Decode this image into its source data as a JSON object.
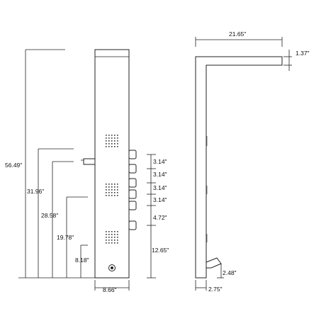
{
  "front_view": {
    "overall_height": "56.49\"",
    "spout_height": "31.96\"",
    "jet1_height": "28.58\"",
    "jet2_height": "19.78\"",
    "jet3_height": "8.18\"",
    "width": "8.66\"",
    "spacings": [
      "3.14\"",
      "3.14\"",
      "3.14\"",
      "3.14\"",
      "4.72\"",
      "12.65\""
    ]
  },
  "side_view": {
    "top_arm_length": "21.65\"",
    "top_arm_thickness": "1.37\"",
    "depth": "2.75\"",
    "spout_projection": "2.48\""
  }
}
